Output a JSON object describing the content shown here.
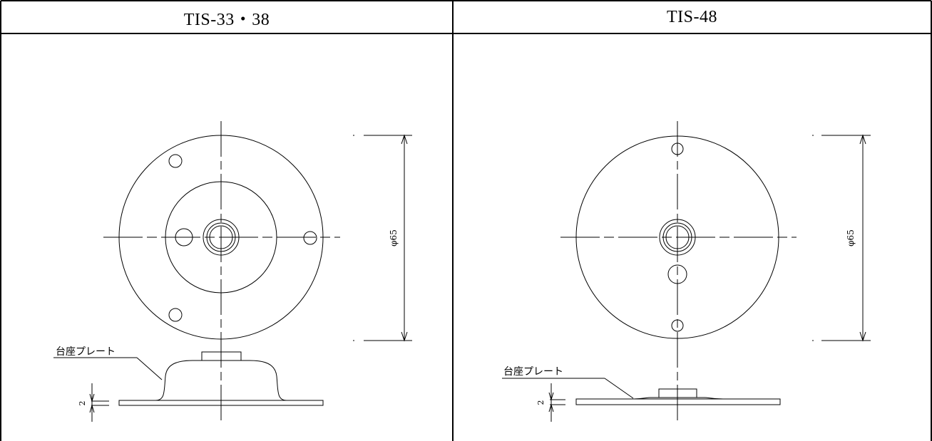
{
  "table": {
    "headers": [
      "TIS-33・38",
      "TIS-48"
    ]
  },
  "left_drawing": {
    "dimension_label": "φ65",
    "part_label": "台座プレート",
    "thickness_label": "2"
  },
  "right_drawing": {
    "dimension_label": "φ65",
    "part_label": "台座プレート",
    "thickness_label": "2"
  }
}
